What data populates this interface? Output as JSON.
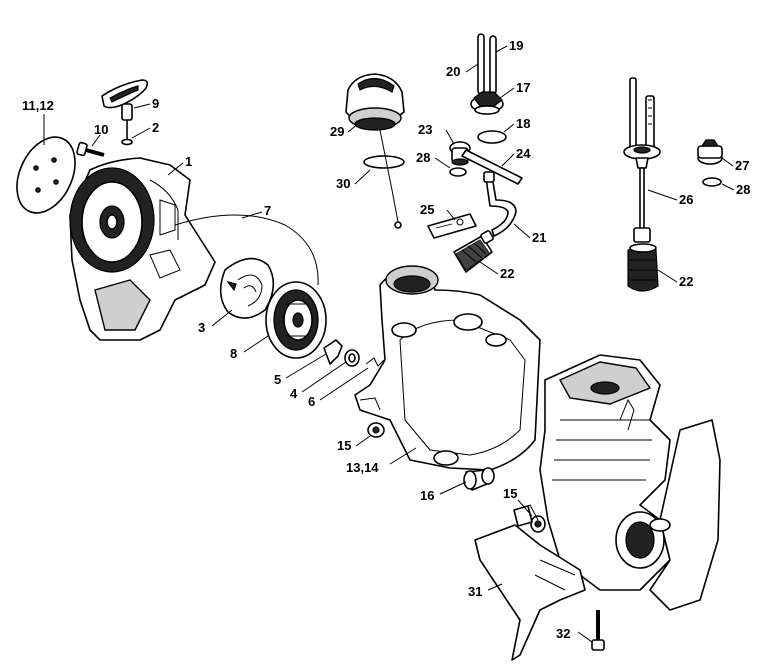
{
  "callouts": [
    {
      "id": "c-11-12",
      "text": "11,12"
    },
    {
      "id": "c-10",
      "text": "10"
    },
    {
      "id": "c-9",
      "text": "9"
    },
    {
      "id": "c-2",
      "text": "2"
    },
    {
      "id": "c-1",
      "text": "1"
    },
    {
      "id": "c-7",
      "text": "7"
    },
    {
      "id": "c-3",
      "text": "3"
    },
    {
      "id": "c-8",
      "text": "8"
    },
    {
      "id": "c-5",
      "text": "5"
    },
    {
      "id": "c-4",
      "text": "4"
    },
    {
      "id": "c-6",
      "text": "6"
    },
    {
      "id": "c-29",
      "text": "29"
    },
    {
      "id": "c-30",
      "text": "30"
    },
    {
      "id": "c-20",
      "text": "20"
    },
    {
      "id": "c-19",
      "text": "19"
    },
    {
      "id": "c-17",
      "text": "17"
    },
    {
      "id": "c-18",
      "text": "18"
    },
    {
      "id": "c-23",
      "text": "23"
    },
    {
      "id": "c-28a",
      "text": "28"
    },
    {
      "id": "c-24",
      "text": "24"
    },
    {
      "id": "c-25",
      "text": "25"
    },
    {
      "id": "c-21",
      "text": "21"
    },
    {
      "id": "c-22a",
      "text": "22"
    },
    {
      "id": "c-26",
      "text": "26"
    },
    {
      "id": "c-27",
      "text": "27"
    },
    {
      "id": "c-28b",
      "text": "28"
    },
    {
      "id": "c-22b",
      "text": "22"
    },
    {
      "id": "c-15a",
      "text": "15"
    },
    {
      "id": "c-13-14",
      "text": "13,14"
    },
    {
      "id": "c-16",
      "text": "16"
    },
    {
      "id": "c-15b",
      "text": "15"
    },
    {
      "id": "c-31",
      "text": "31"
    },
    {
      "id": "c-32",
      "text": "32"
    }
  ]
}
